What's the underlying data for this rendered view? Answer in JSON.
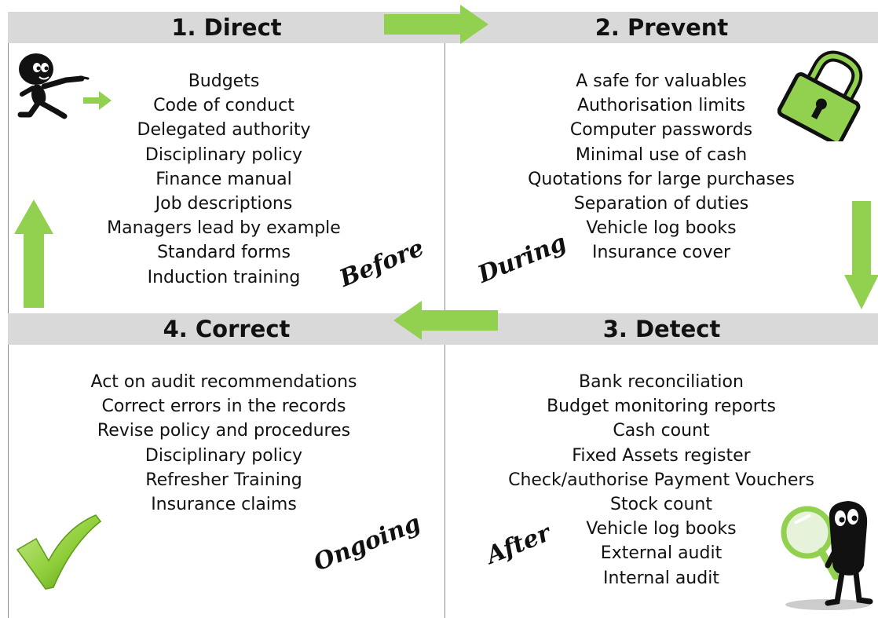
{
  "quadrants": {
    "direct": {
      "title": "1. Direct",
      "stage": "Before",
      "items": [
        "Budgets",
        "Code of conduct",
        "Delegated authority",
        "Disciplinary policy",
        "Finance manual",
        "Job descriptions",
        "Managers lead by example",
        "Standard forms",
        "Induction training"
      ]
    },
    "prevent": {
      "title": "2. Prevent",
      "stage": "During",
      "items": [
        "A safe for valuables",
        "Authorisation limits",
        "Computer passwords",
        "Minimal use of cash",
        "Quotations for large purchases",
        "Separation of duties",
        "Vehicle log books",
        "Insurance cover"
      ]
    },
    "detect": {
      "title": "3. Detect",
      "stage": "After",
      "items": [
        "Bank reconciliation",
        "Budget monitoring reports",
        "Cash count",
        "Fixed Assets register",
        "Check/authorise Payment Vouchers",
        "Stock count",
        "Vehicle log books",
        "External audit",
        "Internal audit"
      ]
    },
    "correct": {
      "title": "4. Correct",
      "stage": "Ongoing",
      "items": [
        "Act on audit recommendations",
        "Correct errors in the records",
        "Revise policy and procedures",
        "Disciplinary policy",
        "Refresher Training",
        "Insurance claims"
      ]
    }
  },
  "icons": [
    "pointing-figure-icon",
    "padlock-icon",
    "magnifier-figure-icon",
    "checkmark-icon"
  ],
  "colors": {
    "arrow": "#92d050",
    "header": "#d9d9d9",
    "divider": "#8a8a8a",
    "text": "#111111"
  }
}
